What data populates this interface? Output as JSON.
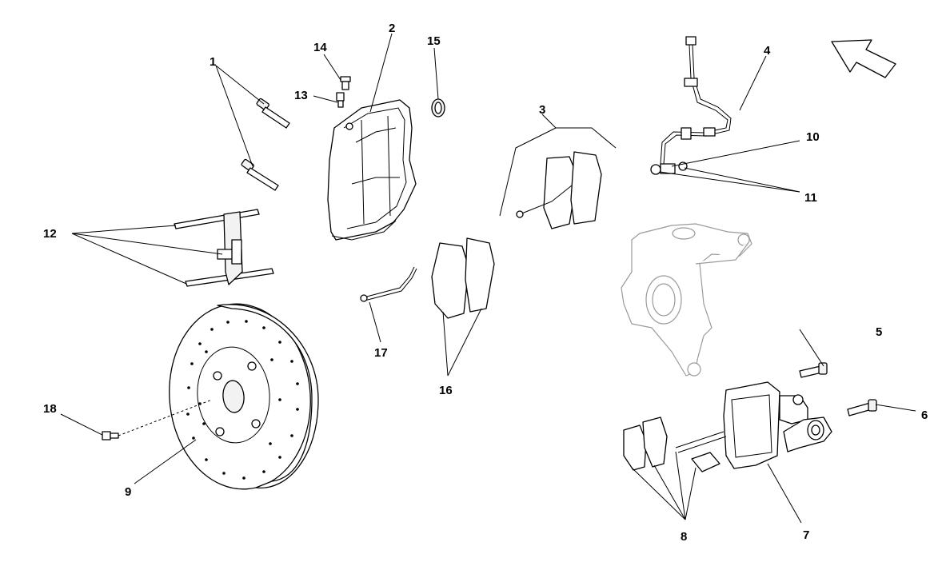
{
  "callouts": {
    "c1": "1",
    "c2": "2",
    "c3": "3",
    "c4": "4",
    "c5": "5",
    "c6": "6",
    "c7": "7",
    "c8": "8",
    "c9": "9",
    "c10": "10",
    "c11": "11",
    "c12": "12",
    "c13": "13",
    "c14": "14",
    "c15": "15",
    "c16": "16",
    "c17": "17",
    "c18": "18"
  },
  "icons": {
    "direction": "front-direction-arrow-icon"
  }
}
